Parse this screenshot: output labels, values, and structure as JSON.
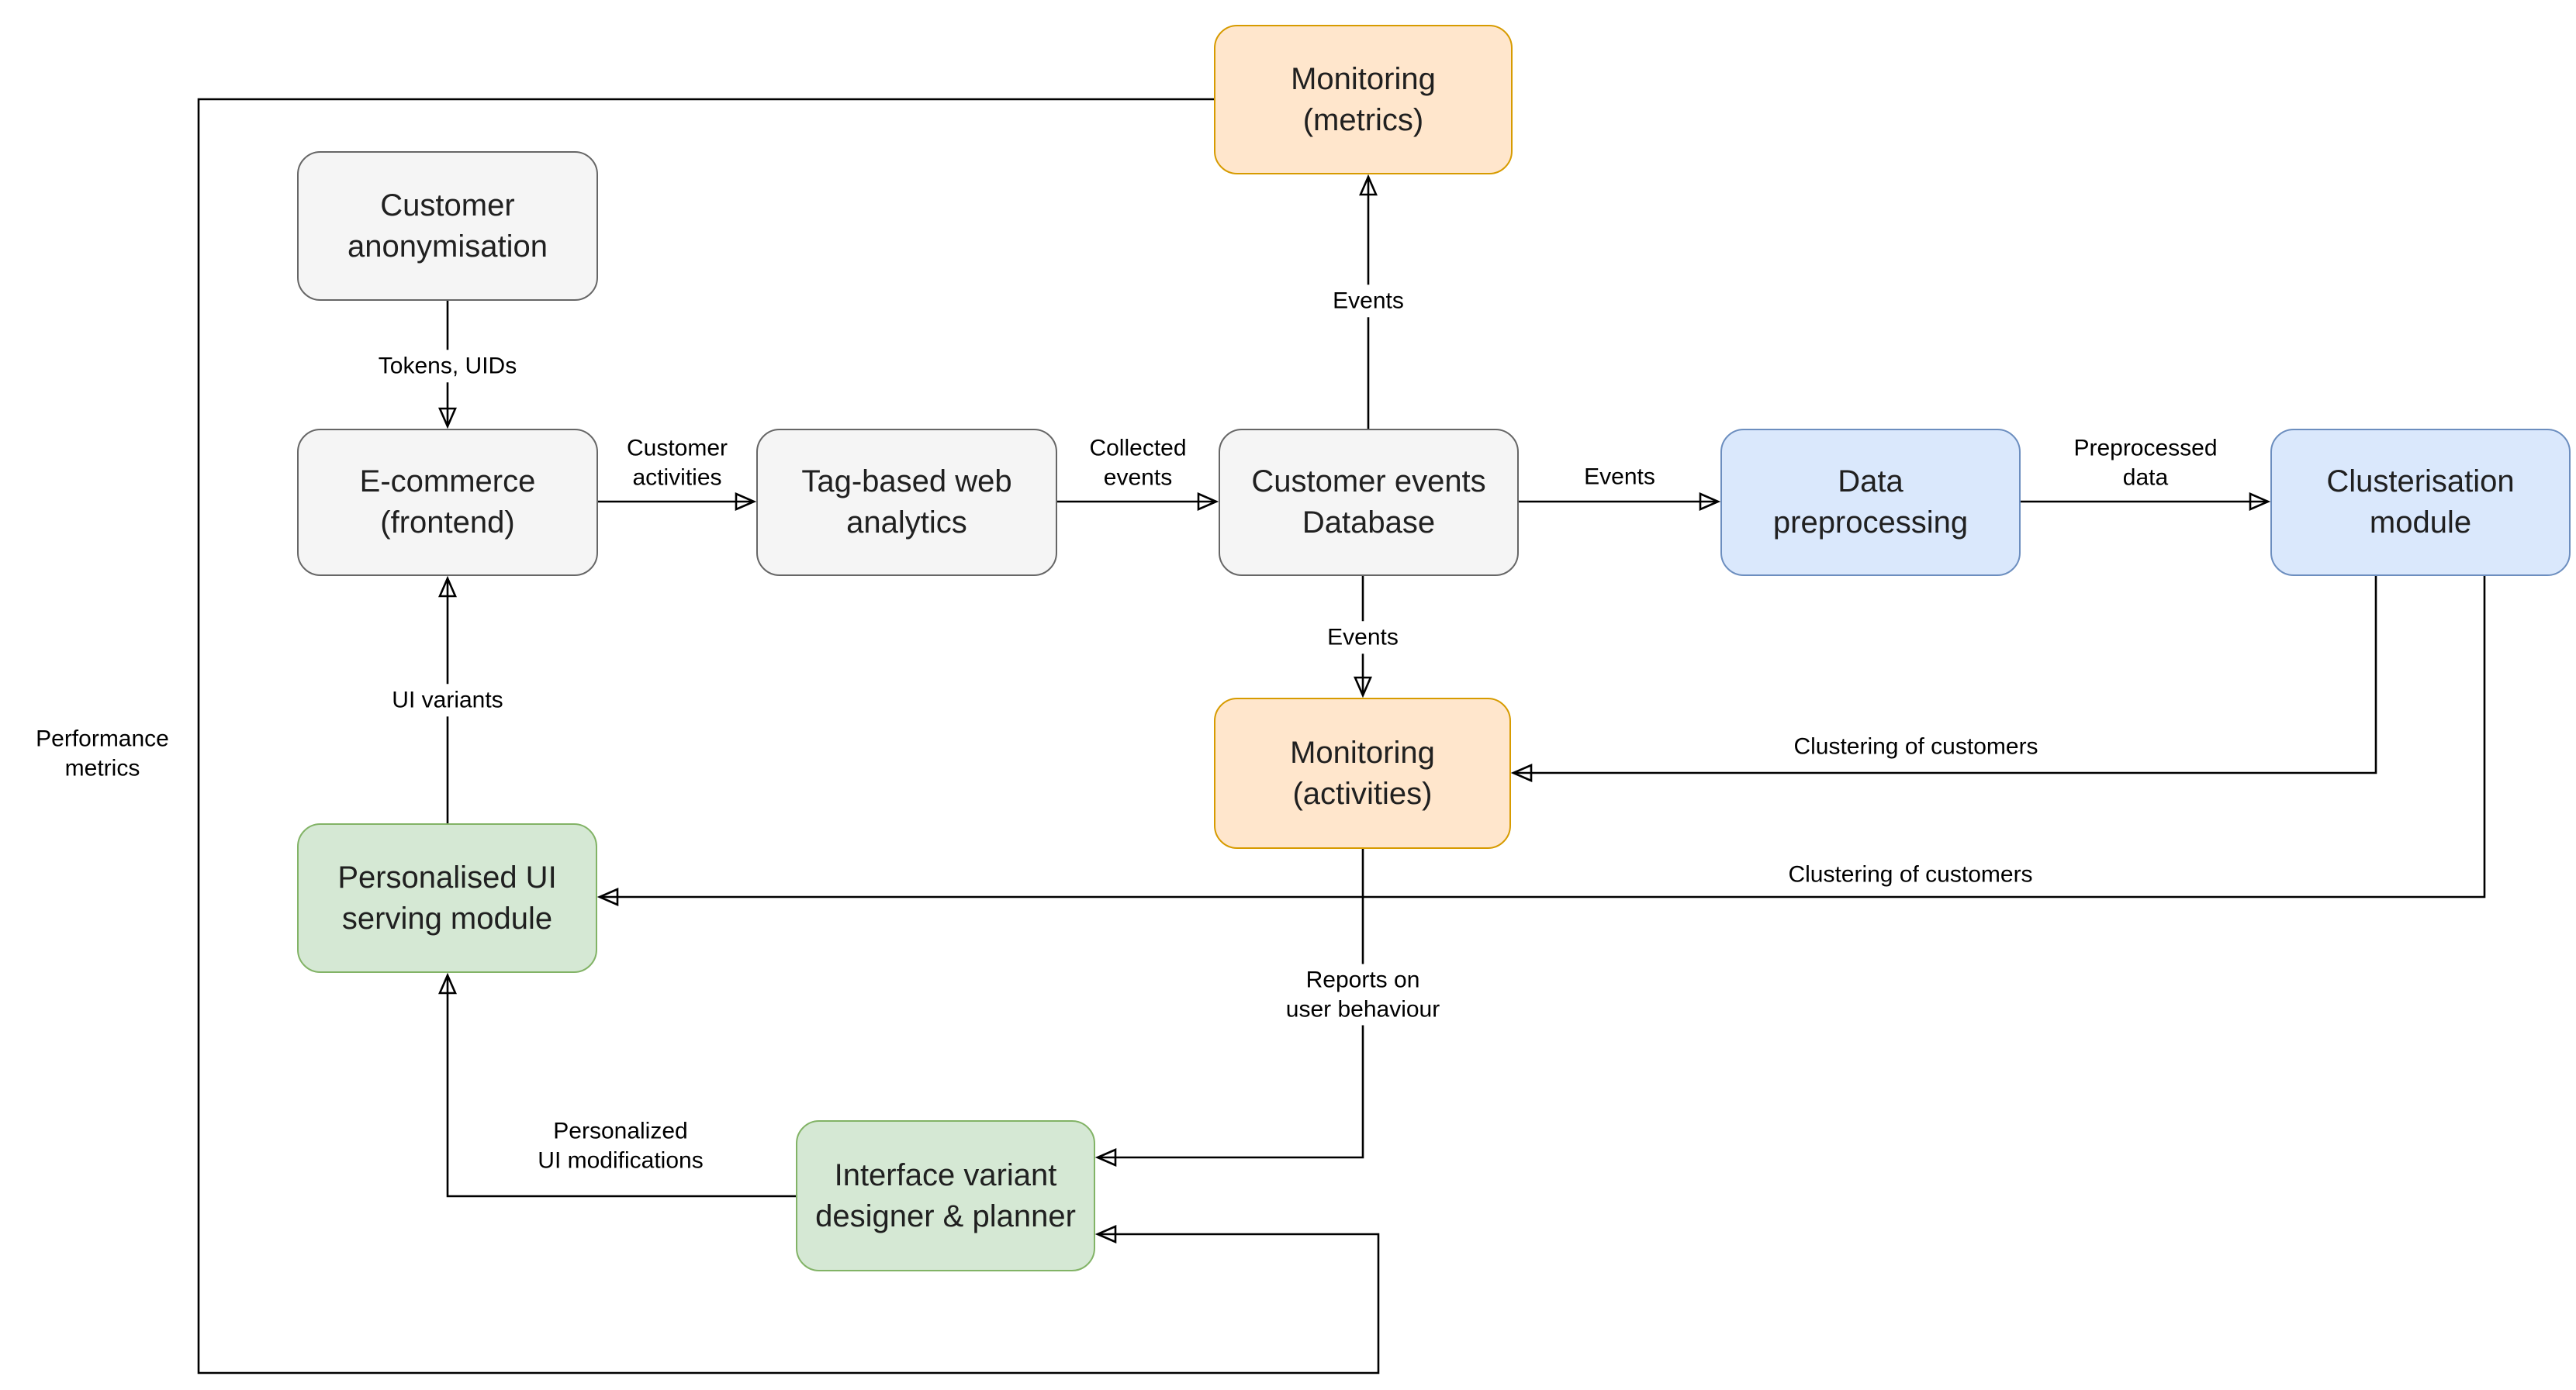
{
  "diagram": {
    "nodes": [
      {
        "id": "monitoring-metrics",
        "label": "Monitoring\n(metrics)",
        "type": "orange"
      },
      {
        "id": "customer-anonymisation",
        "label": "Customer\nanonymisation",
        "type": "gray"
      },
      {
        "id": "ecommerce-frontend",
        "label": "E-commerce\n(frontend)",
        "type": "gray"
      },
      {
        "id": "tag-based-web-analytics",
        "label": "Tag-based web\nanalytics",
        "type": "gray"
      },
      {
        "id": "customer-events-database",
        "label": "Customer events\nDatabase",
        "type": "gray"
      },
      {
        "id": "data-preprocessing",
        "label": "Data\npreprocessing",
        "type": "blue"
      },
      {
        "id": "clusterisation-module",
        "label": "Clusterisation\nmodule",
        "type": "blue"
      },
      {
        "id": "monitoring-activities",
        "label": "Monitoring\n(activities)",
        "type": "orange"
      },
      {
        "id": "personalised-ui-serving-module",
        "label": "Personalised UI\nserving module",
        "type": "green"
      },
      {
        "id": "interface-variant-designer-planner",
        "label": "Interface variant\ndesigner & planner",
        "type": "green"
      }
    ],
    "edge_labels": [
      {
        "id": "tokens-uids",
        "text": "Tokens, UIDs"
      },
      {
        "id": "customer-activities",
        "text": "Customer\nactivities"
      },
      {
        "id": "collected-events",
        "text": "Collected\nevents"
      },
      {
        "id": "events-db-to-preprocessing",
        "text": "Events"
      },
      {
        "id": "preprocessed-data",
        "text": "Preprocessed\ndata"
      },
      {
        "id": "events-db-to-metrics",
        "text": "Events"
      },
      {
        "id": "events-db-to-activities",
        "text": "Events"
      },
      {
        "id": "clustering-to-activities",
        "text": "Clustering of customers"
      },
      {
        "id": "clustering-to-serving",
        "text": "Clustering of customers"
      },
      {
        "id": "ui-variants",
        "text": "UI variants"
      },
      {
        "id": "reports-on-user-behaviour",
        "text": "Reports on\nuser behaviour"
      },
      {
        "id": "personalized-ui-modifications",
        "text": "Personalized\nUI modifications"
      },
      {
        "id": "performance-metrics",
        "text": "Performance\nmetrics"
      }
    ],
    "palette": {
      "gray_fill": "#f5f5f5",
      "gray_border": "#666666",
      "orange_fill": "#ffe6cc",
      "orange_border": "#d79b00",
      "blue_fill": "#dae8fc",
      "blue_border": "#6c8ebf",
      "green_fill": "#d5e8d4",
      "green_border": "#82b366",
      "edge_color": "#000000",
      "text_color": "#202020",
      "background": "#ffffff"
    }
  }
}
